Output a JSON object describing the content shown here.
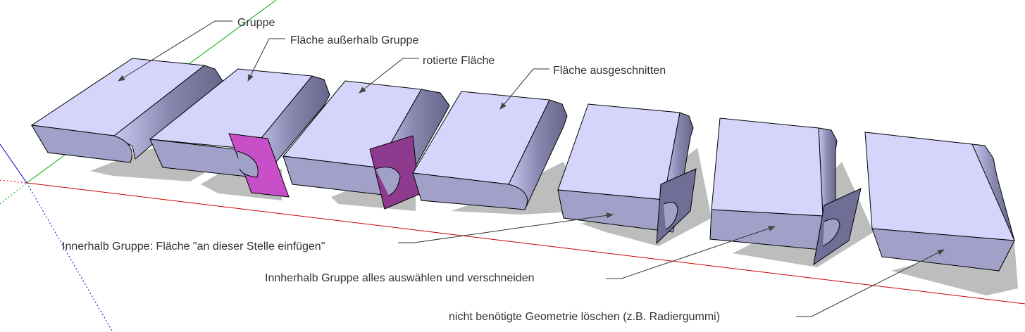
{
  "annotations": {
    "gruppe": "Gruppe",
    "flaeche_ausserhalb": "Fläche außerhalb Gruppe",
    "rotierte_flaeche": "rotierte Fläche",
    "flaeche_ausgeschnitten": "Fläche ausgeschnitten",
    "innerhalb_einfuegen": "Innerhalb Gruppe: Fläche \"an dieser Stelle einfügen\"",
    "alles_verschneiden": "Innherhalb Gruppe alles auswählen und verschneiden",
    "geometrie_loeschen": "nicht benötigte Geometrie löschen (z.B. Radiergummi)"
  },
  "colors": {
    "face_top": "#d5d5fb",
    "face_front": "#a0a0c8",
    "plane_magenta": "#c94fc9",
    "plane_dark_magenta": "#8e3a8e",
    "plane_gray": "#6e6e96",
    "axis_red": "#cc0000",
    "axis_green": "#00aa00",
    "axis_blue": "#0000cc"
  }
}
